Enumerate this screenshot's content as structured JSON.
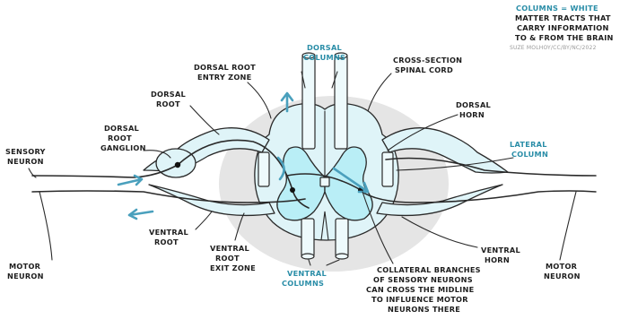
{
  "legend": {
    "lines": [
      "COLUMNS = WHITE",
      "MATTER TRACTS THAT",
      "CARRY INFORMATION",
      "TO & FROM THE BRAIN"
    ],
    "credit": "SUZE MOLHOY/CC/BY/NC/2022"
  },
  "labels": {
    "dorsal_columns": [
      "DORSAL",
      "COLUMNS"
    ],
    "cross_section": [
      "CROSS-SECTION",
      "SPINAL CORD"
    ],
    "dorsal_root_entry": [
      "DORSAL ROOT",
      "ENTRY ZONE"
    ],
    "dorsal_root": [
      "DORSAL",
      "ROOT"
    ],
    "dorsal_horn": [
      "DORSAL",
      "HORN"
    ],
    "dorsal_root_ganglion": [
      "DORSAL",
      "ROOT",
      "GANGLION"
    ],
    "sensory_neuron": [
      "SENSORY",
      "NEURON"
    ],
    "lateral_column": [
      "LATERAL",
      "COLUMN"
    ],
    "ventral_root": [
      "VENTRAL",
      "ROOT"
    ],
    "ventral_root_exit": [
      "VENTRAL",
      "ROOT",
      "EXIT ZONE"
    ],
    "ventral_horn": [
      "VENTRAL",
      "HORN"
    ],
    "motor_neuron_left": [
      "MOTOR",
      "NEURON"
    ],
    "motor_neuron_right": [
      "MOTOR",
      "NEURON"
    ],
    "ventral_columns": [
      "VENTRAL",
      "COLUMNS"
    ],
    "collateral": [
      "COLLATERAL BRANCHES",
      "OF SENSORY NEURONS",
      "CAN CROSS THE MIDLINE",
      "TO INFLUENCE MOTOR",
      "NEURONS THERE"
    ]
  },
  "colors": {
    "accent": "#2b8ea8",
    "white_matter": "#dff4f8",
    "grey_matter": "#b9eef6",
    "background_oval": "#e5e5e5",
    "ink": "#1e1e1e"
  }
}
